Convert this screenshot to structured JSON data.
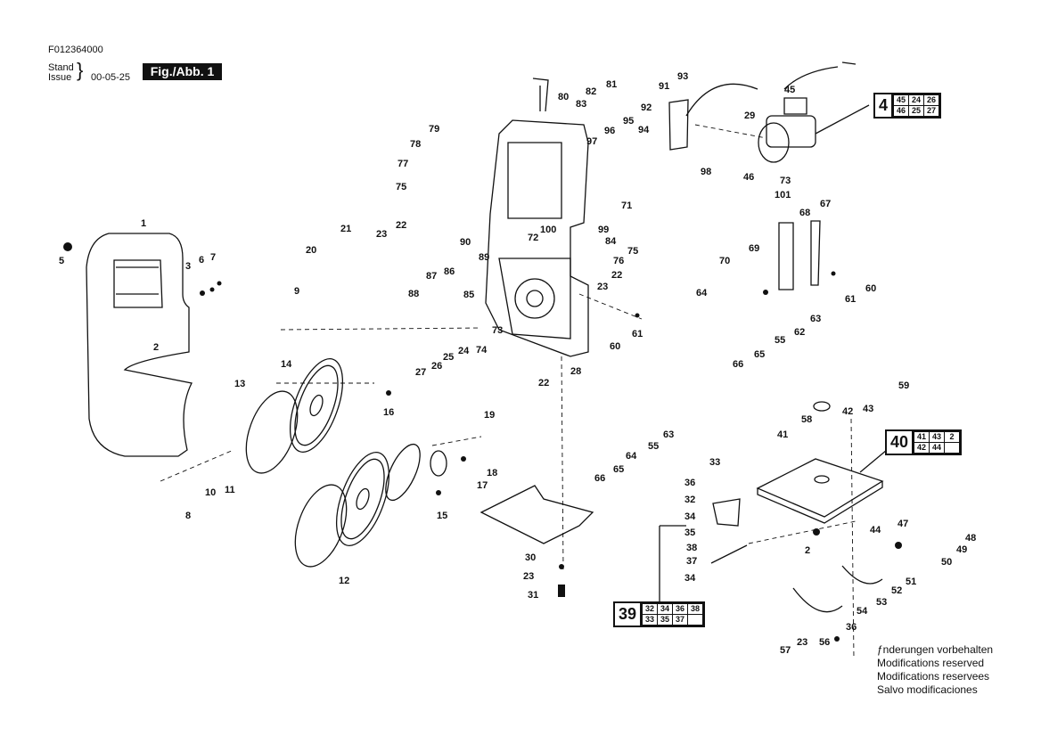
{
  "header": {
    "doc_number": "F012364000",
    "stand_label": "Stand",
    "issue_label": "Issue",
    "brace": "}",
    "date": "00-05-25",
    "figure_label": "Fig./Abb. 1"
  },
  "ref_boxes": {
    "box4": {
      "main": "4",
      "row1": [
        "45",
        "24",
        "26"
      ],
      "row2": [
        "46",
        "25",
        "27"
      ]
    },
    "box40": {
      "main": "40",
      "row1": [
        "41",
        "43",
        "2"
      ],
      "row2": [
        "42",
        "44"
      ]
    },
    "box39": {
      "main": "39",
      "row1": [
        "32",
        "34",
        "36",
        "38"
      ],
      "row2": [
        "33",
        "35",
        "37"
      ]
    }
  },
  "footer_notes": [
    "ƒnderungen vorbehalten",
    "Modifications reserved",
    "Modifications reservees",
    "Salvo modificaciones"
  ],
  "callouts": [
    "1",
    "5",
    "3",
    "6",
    "7",
    "2",
    "9",
    "8",
    "10",
    "11",
    "13",
    "14",
    "16",
    "12",
    "15",
    "17",
    "18",
    "20",
    "21",
    "23",
    "22",
    "88",
    "87",
    "86",
    "90",
    "89",
    "85",
    "24",
    "25",
    "26",
    "27",
    "74",
    "73",
    "19",
    "22",
    "28",
    "60",
    "61",
    "77",
    "75",
    "78",
    "79",
    "80",
    "83",
    "82",
    "81",
    "95",
    "96",
    "97",
    "94",
    "92",
    "91",
    "93",
    "98",
    "71",
    "72",
    "100",
    "84",
    "99",
    "76",
    "75",
    "22",
    "23",
    "45",
    "29",
    "46",
    "73",
    "101",
    "68",
    "67",
    "69",
    "70",
    "64",
    "60",
    "61",
    "63",
    "62",
    "55",
    "65",
    "66",
    "59",
    "58",
    "41",
    "42",
    "43",
    "2",
    "44",
    "47",
    "48",
    "49",
    "50",
    "51",
    "52",
    "53",
    "54",
    "36",
    "56",
    "57",
    "23",
    "33",
    "36",
    "32",
    "34",
    "35",
    "38",
    "37",
    "34",
    "30",
    "23",
    "31",
    "63",
    "55",
    "64",
    "65",
    "66"
  ]
}
